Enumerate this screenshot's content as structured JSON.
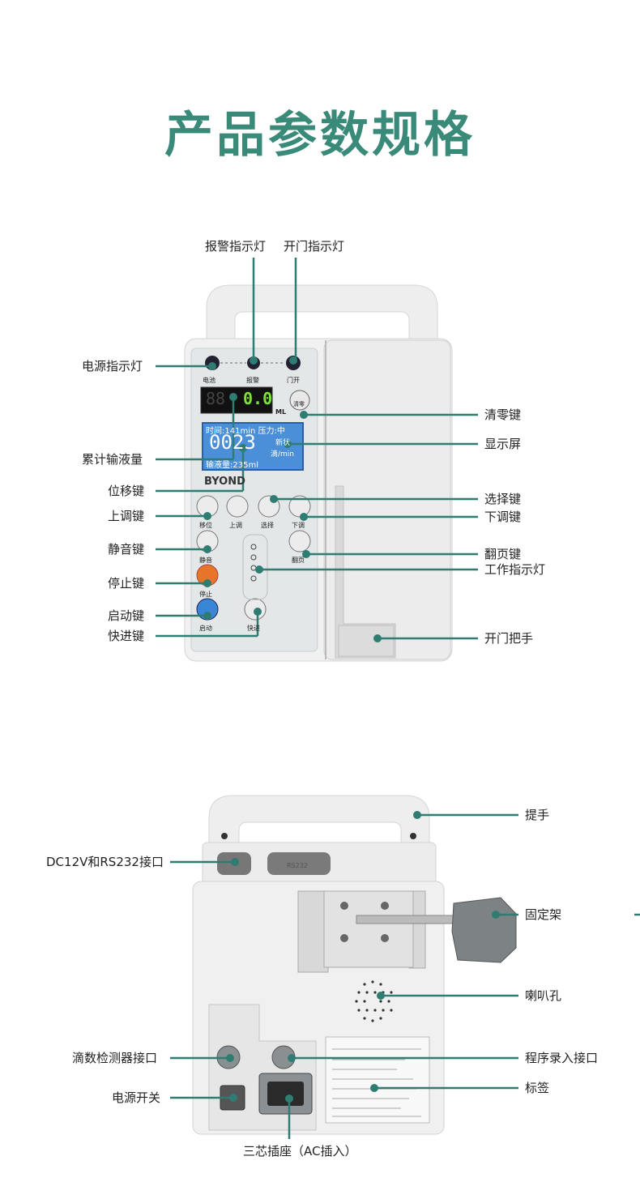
{
  "title": "产品参数规格",
  "front": {
    "labels": {
      "alarm_light": "报警指示灯",
      "door_light": "开门指示灯",
      "power_light": "电源指示灯",
      "clear_key": "清零键",
      "display": "显示屏",
      "cumulative": "累计输液量",
      "shift_key": "位移键",
      "select_key": "选择键",
      "up_key": "上调键",
      "down_key": "下调键",
      "mute_key": "静音键",
      "page_key": "翻页键",
      "work_light": "工作指示灯",
      "stop_key": "停止键",
      "start_key": "启动键",
      "fast_key": "快进键",
      "door_handle": "开门把手"
    },
    "panel": {
      "power": "电池",
      "alarm": "报警",
      "door": "门开",
      "led_value": "88",
      "led_value2": "0.0",
      "ml": "ML",
      "clear": "清零",
      "lcd_line1": "时间:141min  压力:中",
      "lcd_big": "0023",
      "lcd_mode": "新状",
      "lcd_unit": "滴/min",
      "lcd_line3": "输液量:235ml",
      "brand": "BYOND",
      "btn_shift": "移位",
      "btn_up": "上调",
      "btn_select": "选择",
      "btn_down": "下调",
      "btn_mute": "静音",
      "btn_page": "翻页",
      "btn_stop": "停止",
      "btn_start": "启动",
      "btn_fast": "快进"
    }
  },
  "back": {
    "labels": {
      "handle": "提手",
      "dc_port": "DC12V和RS232接口",
      "clamp": "固定架",
      "speaker": "喇叭孔",
      "drop_port": "滴数检测器接口",
      "program_port": "程序录入接口",
      "power_switch": "电源开关",
      "tag": "标签",
      "ac_socket": "三芯插座（AC插入）"
    },
    "port_rs": "RS232"
  },
  "colors": {
    "accent": "#3a8a7a",
    "line": "#2f7d72",
    "body": "#e9eaea",
    "lcd": "#4a8fd8"
  }
}
